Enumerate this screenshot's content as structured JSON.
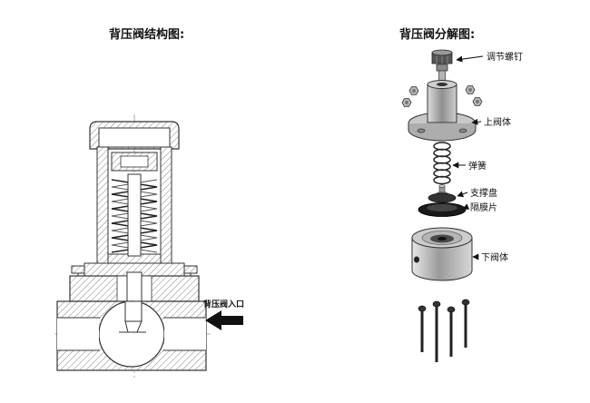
{
  "page": {
    "background": "#ffffff",
    "line_color": "#333333",
    "dark_part_color": "#1a1a1a",
    "metal_light_color": "#cccccc",
    "metal_dark_color": "#555555"
  },
  "left_diagram": {
    "title": "背压阀结构图:",
    "inlet_label": "背压阀入口",
    "type": "cross-section structure drawing of back pressure valve"
  },
  "right_diagram": {
    "title": "背压阀分解图:",
    "type": "exploded view of back pressure valve",
    "labels": {
      "adjusting_screw": "调节螺钉",
      "upper_valve_body": "上阀体",
      "spring": "弹簧",
      "support_plate": "支撑盘",
      "diaphragm": "隔膜片",
      "lower_valve_body": "下阀体"
    }
  }
}
